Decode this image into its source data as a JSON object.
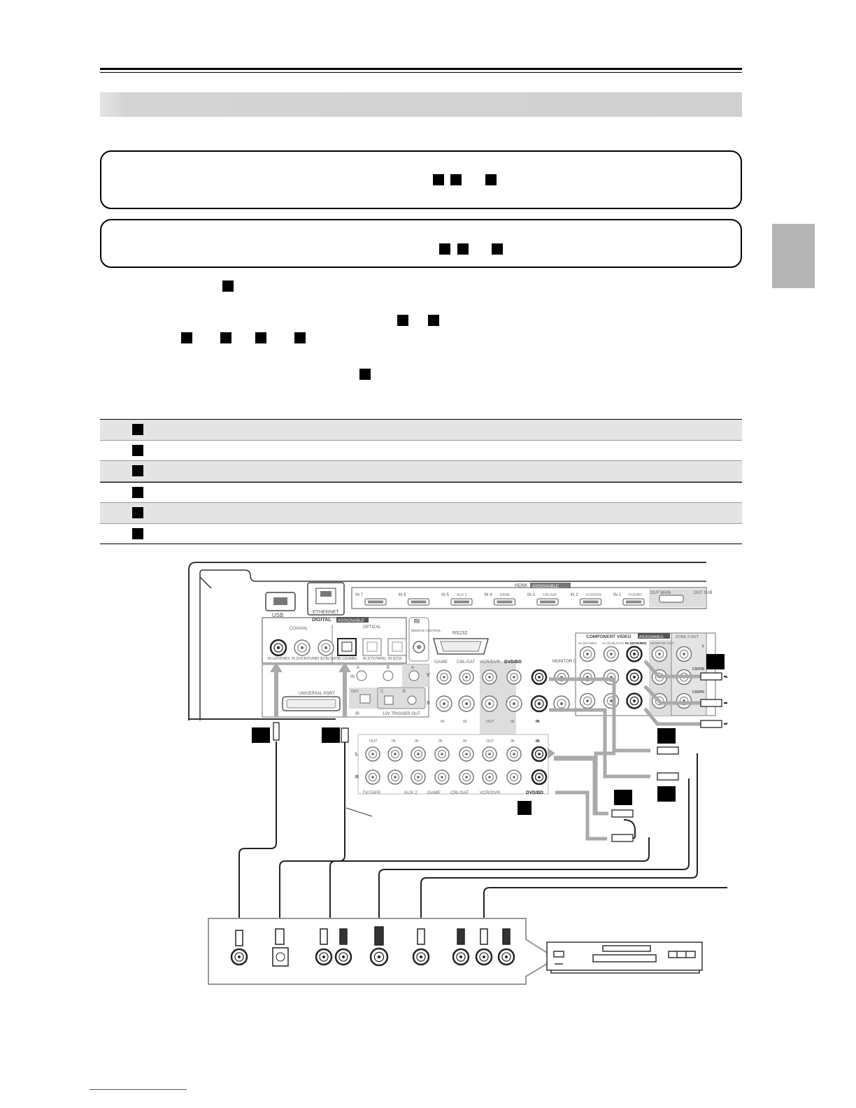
{
  "diagram": {
    "receiver": {
      "port_usb": "USB",
      "port_ethernet": "ETHERNET",
      "hdmi": {
        "group_label": "HDMI",
        "assignable": "ASSIGNABLE",
        "inputs": [
          "IN 7",
          "IN 6",
          "IN 5",
          "IN 4",
          "IN 3",
          "IN 2",
          "IN 1"
        ],
        "input_notes": [
          "",
          "",
          "AUX 2",
          "GAME",
          "CBL/SAT",
          "VCR/DVR",
          "DVD/BD"
        ],
        "out_main": "OUT MAIN",
        "out_sub": "OUT SUB"
      },
      "digital": {
        "label": "DIGITAL",
        "assignable": "ASSIGNABLE",
        "coaxial": "COAXIAL",
        "optical": "OPTICAL",
        "coax_inputs": [
          "IN 1(DVD/BD)",
          "IN 2(VCR/DVR)",
          "IN 3(CBL/SAT)"
        ],
        "optical_inputs": [
          "IN 1(GAME)",
          "IN 2(TV/TAPE)",
          "IN 3(CD)"
        ]
      },
      "ri": "RI",
      "remote_control": "REMOTE CONTROL",
      "rs232": "RS232",
      "universal_port": "UNIVERSAL PORT",
      "ir": "IR",
      "ir_in": "IN",
      "ir_out": "OUT",
      "ir_a": "A",
      "ir_b": "B",
      "trigger": "12V TRIGGER OUT",
      "trigger_letters": [
        "A",
        "B",
        "C"
      ],
      "av_groups": [
        "GAME",
        "CBL/SAT",
        "VCR/DVR",
        "DVD/BD"
      ],
      "monitor_out": "MONITOR OUT",
      "row_v": "V",
      "row_s": "S",
      "row_l": "L",
      "row_r": "R",
      "in_label": "IN",
      "out_label": "OUT",
      "audio_groups": [
        "TV/TAPE",
        "AUX 2",
        "GAME",
        "CBL/SAT",
        "VCR/DVR",
        "DVD/BD"
      ],
      "component": {
        "label": "COMPONENT VIDEO",
        "assignable": "ASSIGNABLE",
        "inputs": [
          "IN 3(GAME)",
          "IN 2(CBL/SAT)",
          "IN 1(DVD/BD)",
          "MONITOR OUT"
        ],
        "zone2": "ZONE 2 OUT",
        "y": "Y",
        "cb": "CB/PB",
        "cr": "CR/PR"
      }
    }
  }
}
